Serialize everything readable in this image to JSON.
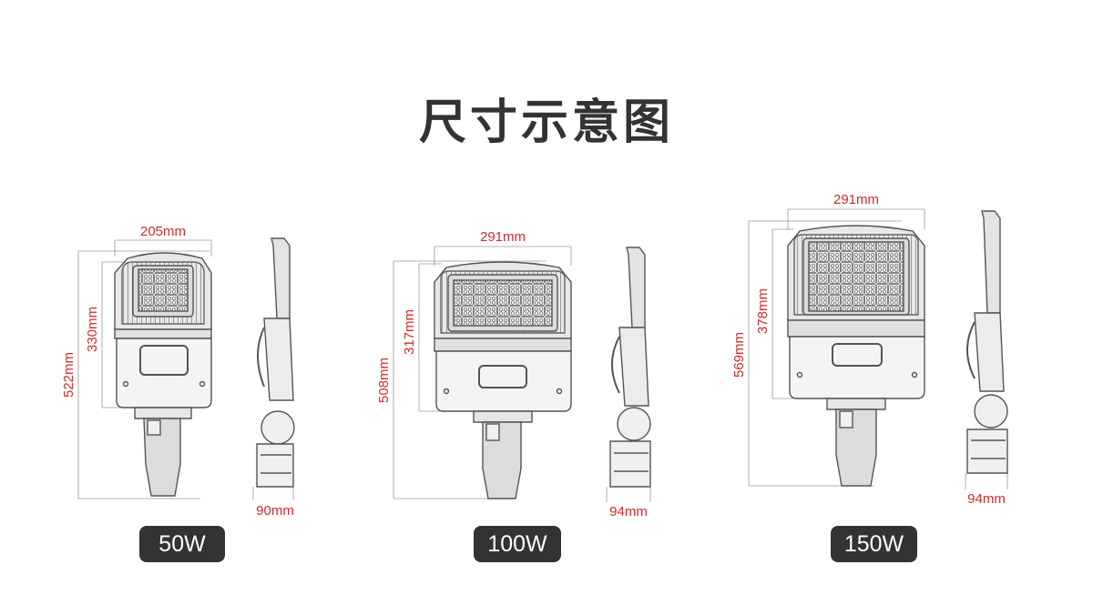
{
  "title": "尺寸示意图",
  "colors": {
    "dimension": "#d3292e",
    "line": "#9a9a9a",
    "drawing": "#555555",
    "badge": "#333333"
  },
  "products": [
    {
      "power": "50W",
      "width": "205mm",
      "head_height": "330mm",
      "total_height": "522mm",
      "depth": "90mm"
    },
    {
      "power": "100W",
      "width": "291mm",
      "head_height": "317mm",
      "total_height": "508mm",
      "depth": "94mm"
    },
    {
      "power": "150W",
      "width": "291mm",
      "head_height": "378mm",
      "total_height": "569mm",
      "depth": "94mm"
    }
  ]
}
